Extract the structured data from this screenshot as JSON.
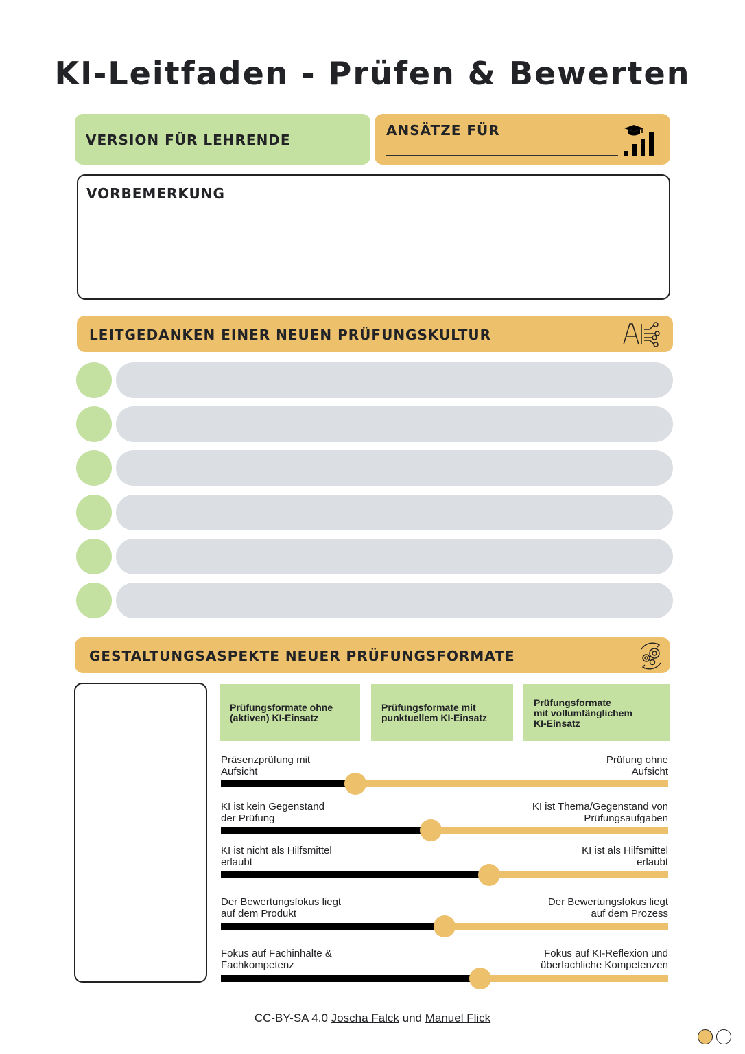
{
  "title": "KI-Leitfaden - Prüfen & Bewerten",
  "version_box": {
    "label": "VERSION FÜR LEHRENDE"
  },
  "ansaetze_box": {
    "label": "ANSÄTZE FÜR",
    "blank_value": "",
    "icon": "graduation-cap-signal-bars-icon"
  },
  "vorbemerkung": {
    "label": "VORBEMERKUNG",
    "content": ""
  },
  "leitgedanken": {
    "label": "LEITGEDANKEN EINER NEUEN PRÜFUNGSKULTUR",
    "icon": "ai-circuit-icon",
    "items": [
      "",
      "",
      "",
      "",
      "",
      ""
    ]
  },
  "gestaltung": {
    "label": "GESTALTUNGSASPEKTE NEUER PRÜFUNGSFORMATE",
    "icon": "gears-cycle-icon",
    "side_box": "",
    "columns": [
      "Prüfungsformate ohne\n(aktiven) KI-Einsatz",
      "Prüfungsformate mit\npunktuellem KI-Einsatz",
      "Prüfungsformate\nmit vollumfänglichem\nKI-Einsatz"
    ],
    "sliders": [
      {
        "left": "Präsenzprüfung mit\nAufsicht",
        "right": "Prüfung ohne\nAufsicht",
        "value": 30
      },
      {
        "left": "KI ist kein Gegenstand\nder Prüfung",
        "right": "KI ist Thema/Gegenstand von\nPrüfungsaufgaben",
        "value": 47
      },
      {
        "left": "KI ist nicht als Hilfsmittel\nerlaubt",
        "right": "KI ist als Hilfsmittel\nerlaubt",
        "value": 60
      },
      {
        "left": "Der Bewertungsfokus liegt\nauf dem Produkt",
        "right": "Der Bewertungsfokus liegt\nauf dem Prozess",
        "value": 50
      },
      {
        "left": "Fokus auf Fachinhalte &\nFachkompetenz",
        "right": "Fokus auf KI-Reflexion und\nüberfachliche Kompetenzen",
        "value": 58
      }
    ]
  },
  "footer": {
    "license": "CC-BY-SA 4.0",
    "author1": "Joscha Falck",
    "conj": "und",
    "author2": "Manuel Flick"
  },
  "pagination": {
    "current": 1,
    "total": 2
  },
  "colors": {
    "green": "#c5e1a2",
    "yellow": "#edc06c",
    "gray": "#dbdfe3",
    "dark": "#222326"
  }
}
